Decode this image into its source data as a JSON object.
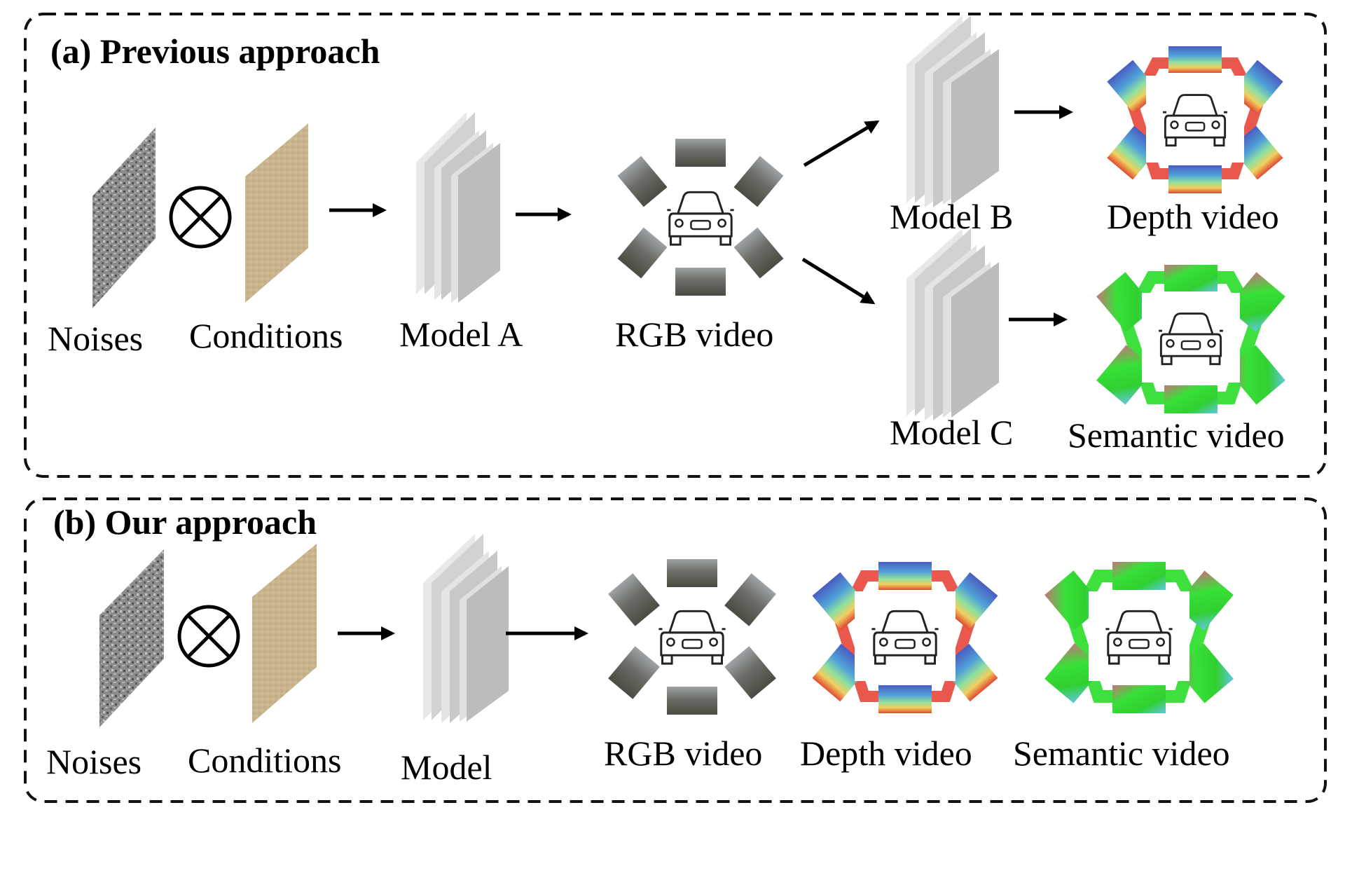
{
  "panel_a": {
    "title": "(a) Previous approach",
    "labels": {
      "noises": "Noises",
      "conditions": "Conditions",
      "model_a": "Model A",
      "rgb_video": "RGB video",
      "model_b": "Model B",
      "depth_video": "Depth video",
      "model_c": "Model C",
      "semantic_video": "Semantic video"
    }
  },
  "panel_b": {
    "title": "(b) Our approach",
    "labels": {
      "noises": "Noises",
      "conditions": "Conditions",
      "model": "Model",
      "rgb_video": "RGB video",
      "depth_video": "Depth video",
      "semantic_video": "Semantic video"
    }
  },
  "colors": {
    "noise": "#8f8f8f",
    "condition": "#c8b48c",
    "model_face": "#c9c9c9",
    "model_side": "#e6e6e6",
    "rgb_tile": "#6e7068",
    "depth_tile_top": "#5a6ec8",
    "semantic_tile": "#3ce63c"
  },
  "icons": {
    "operator": "circle-times-icon",
    "arrow": "arrow-right-icon",
    "vehicle": "car-icon"
  }
}
